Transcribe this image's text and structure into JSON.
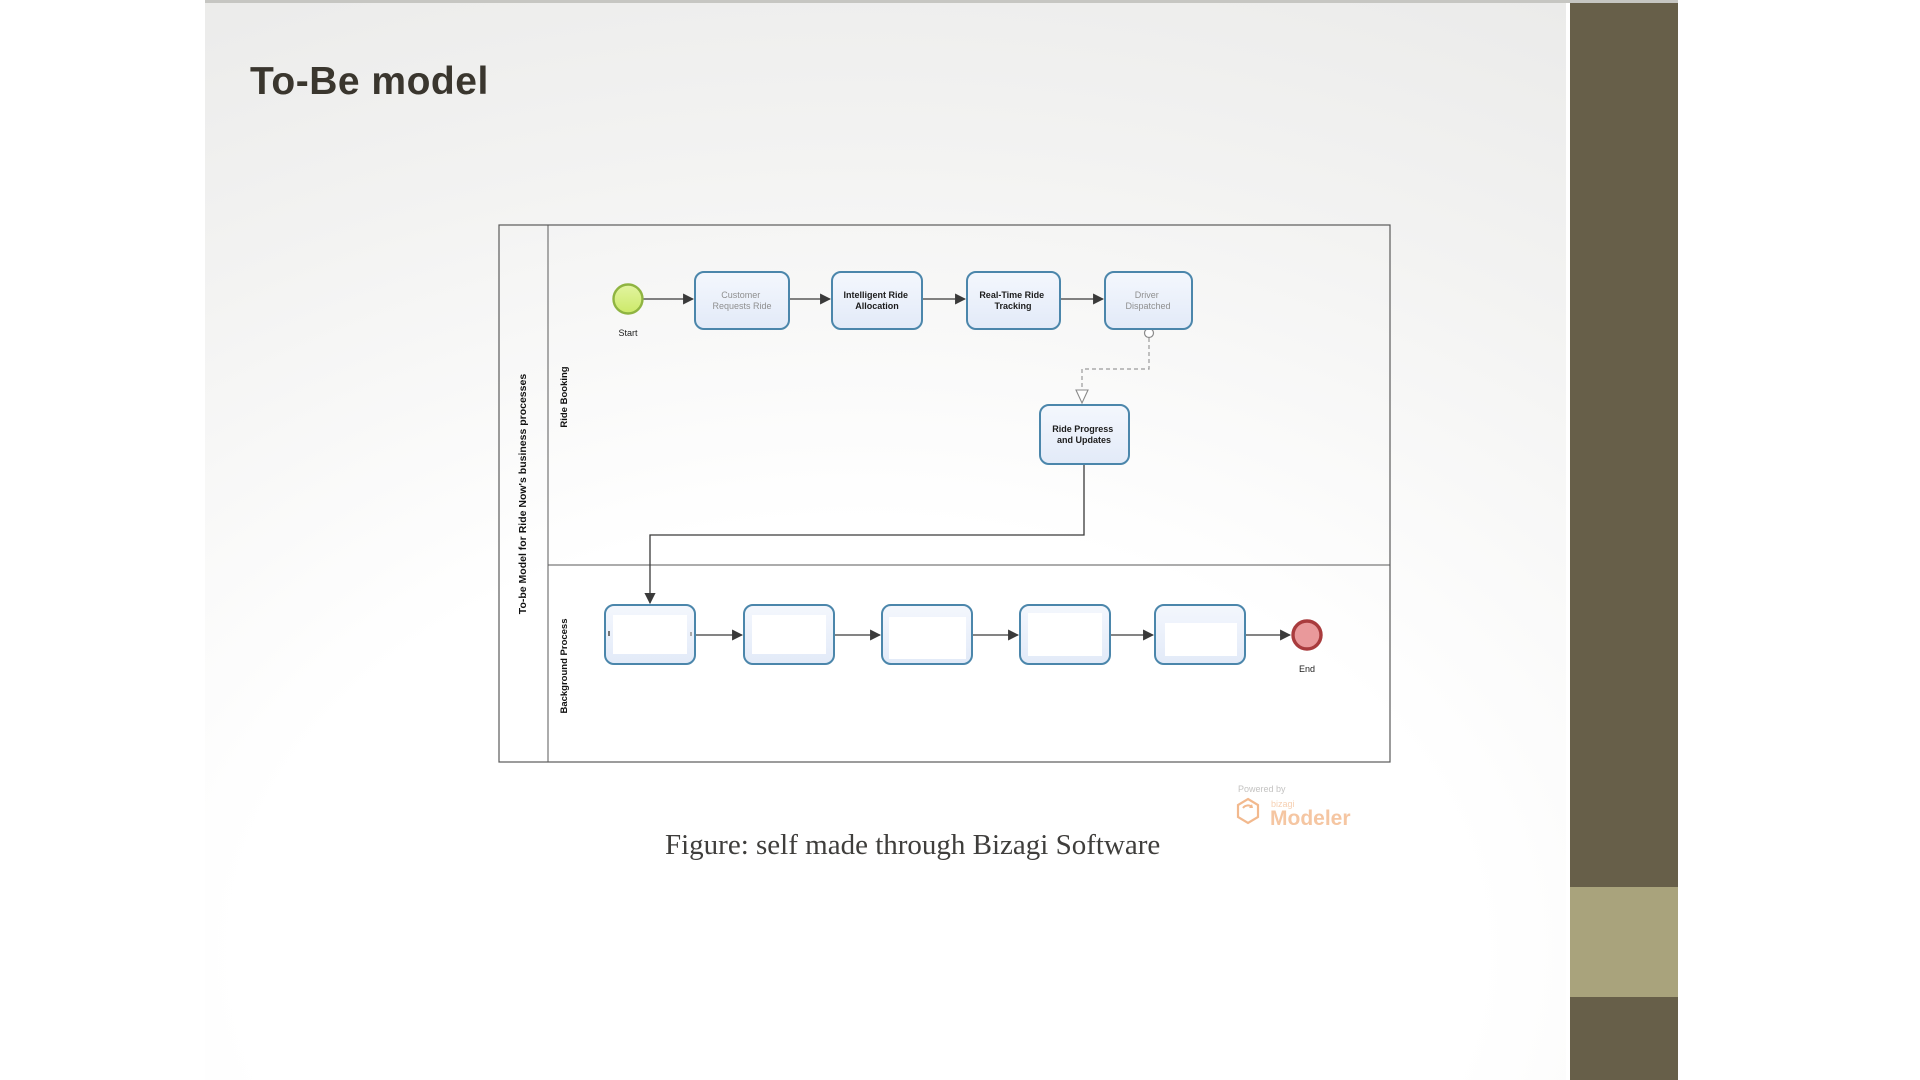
{
  "slide": {
    "title": "To-Be model",
    "caption": "Figure: self made through Bizagi Software"
  },
  "diagram": {
    "pool_label": "To-be Model for Ride Now's business processes",
    "lanes": [
      {
        "label": "Ride Booking"
      },
      {
        "label": "Background Process"
      }
    ],
    "start_event": {
      "label": "Start"
    },
    "end_event": {
      "label": "End"
    },
    "top_tasks": [
      {
        "line1": "Customer",
        "line2": "Requests Ride"
      },
      {
        "line1": "Intelligent Ride",
        "line2": "Allocation"
      },
      {
        "line1": "Real-Time Ride",
        "line2": "Tracking"
      },
      {
        "line1": "Driver",
        "line2": "Dispatched"
      }
    ],
    "intermediate_task": {
      "line1": "Ride Progress",
      "line2": "and Updates"
    },
    "background_tasks_count": 5,
    "colors": {
      "task_fill": "#ebf1fb",
      "task_border": "#4b86ab",
      "start_fill": "#d3ee7d",
      "start_border": "#8fb441",
      "end_fill": "#e9999b",
      "end_border": "#a93b3d",
      "flow_line": "#3a3a3a",
      "message_flow": "#9a9a9a"
    }
  },
  "logo": {
    "powered_by": "Powered by",
    "brand": "bizagi",
    "product": "Modeler",
    "accent": "#f3b88c"
  },
  "theme": {
    "sidebar_dark": "#675f49",
    "sidebar_light": "#a9a37c"
  }
}
